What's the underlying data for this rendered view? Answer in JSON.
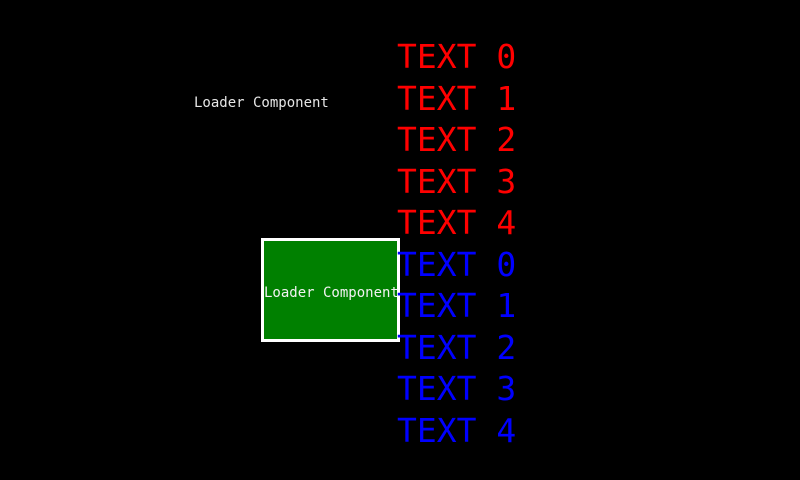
{
  "app": {
    "background_color": "#000000",
    "text_color": "#e6e6e6"
  },
  "top_label": {
    "text": "Loader Component",
    "color": "#e6e6e6"
  },
  "loader_box": {
    "label": "Loader Component",
    "label_color": "#f2f2f2",
    "fill_color": "#008000",
    "border_color": "#ffffff"
  },
  "lists": [
    {
      "name": "red-text-list",
      "color": "#ff0000",
      "items": [
        "TEXT 0",
        "TEXT 1",
        "TEXT 2",
        "TEXT 3",
        "TEXT 4"
      ]
    },
    {
      "name": "blue-text-list",
      "color": "#0000ff",
      "items": [
        "TEXT 0",
        "TEXT 1",
        "TEXT 2",
        "TEXT 3",
        "TEXT 4"
      ]
    }
  ]
}
